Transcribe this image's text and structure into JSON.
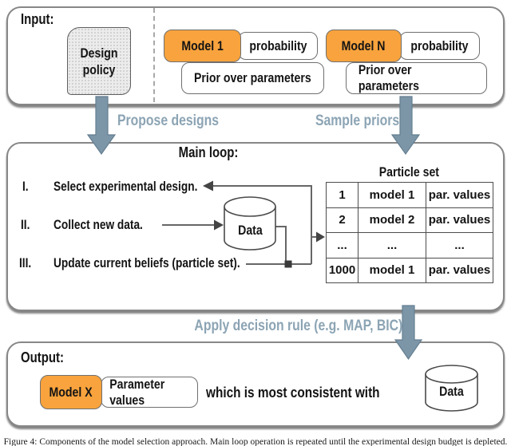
{
  "input": {
    "label": "Input:",
    "design_policy": "Design policy",
    "models": [
      {
        "name": "Model 1",
        "probability": "probability",
        "prior": "Prior over parameters"
      },
      {
        "name": "Model N",
        "probability": "probability",
        "prior": "Prior over parameters"
      }
    ]
  },
  "transitions": {
    "propose_designs": "Propose designs",
    "sample_priors": "Sample priors",
    "decision_rule": "Apply decision rule (e.g. MAP, BIC)"
  },
  "main_loop": {
    "label": "Main loop:",
    "steps": [
      {
        "num": "I.",
        "text": "Select experimental design."
      },
      {
        "num": "II.",
        "text": "Collect new data."
      },
      {
        "num": "III.",
        "text": "Update current beliefs (particle set)."
      }
    ],
    "data_label": "Data",
    "particle_set": {
      "title": "Particle set",
      "rows": [
        [
          "1",
          "model 1",
          "par. values"
        ],
        [
          "2",
          "model 2",
          "par. values"
        ],
        [
          "...",
          "...",
          "..."
        ],
        [
          "1000",
          "model 1",
          "par. values"
        ]
      ]
    }
  },
  "output": {
    "label": "Output:",
    "model": "Model X",
    "parameters": "Parameter values",
    "text": "which is most consistent with",
    "data_label": "Data"
  },
  "caption": "Figure 4: Components of the model selection approach. Main loop operation is repeated until the experimental design budget is depleted.",
  "colors": {
    "accent_orange": "#F8A33D",
    "arrow_blue": "#7C96A8",
    "label_blue": "#8CA4B4",
    "line_gray": "#666666"
  }
}
